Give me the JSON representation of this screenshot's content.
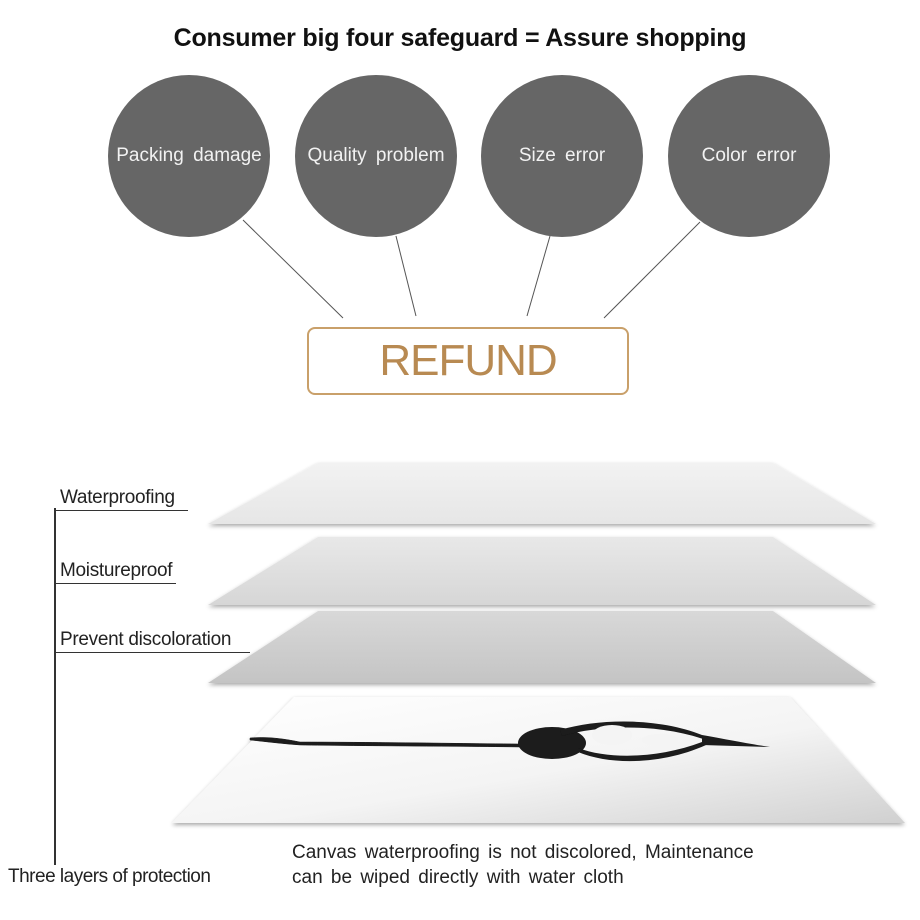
{
  "headline": "Consumer big four safeguard = Assure shopping",
  "safeguards": [
    {
      "label": "Packing  damage"
    },
    {
      "label": "Quality  problem"
    },
    {
      "label": "Size  error"
    },
    {
      "label": "Color  error"
    }
  ],
  "refund_label": "REFUND",
  "layers": [
    {
      "label": "Waterproofing"
    },
    {
      "label": "Moistureproof"
    },
    {
      "label": "Prevent  discoloration"
    }
  ],
  "caption": {
    "line1": "Canvas  waterproofing  is  not  discolored,  Maintenance",
    "line2": "can  be  wiped  directly  with  water  cloth"
  },
  "bottom_label": "Three layers of protection",
  "colors": {
    "circle": "#666666",
    "refund_accent": "#b88a52",
    "refund_border": "#c9a06a"
  }
}
